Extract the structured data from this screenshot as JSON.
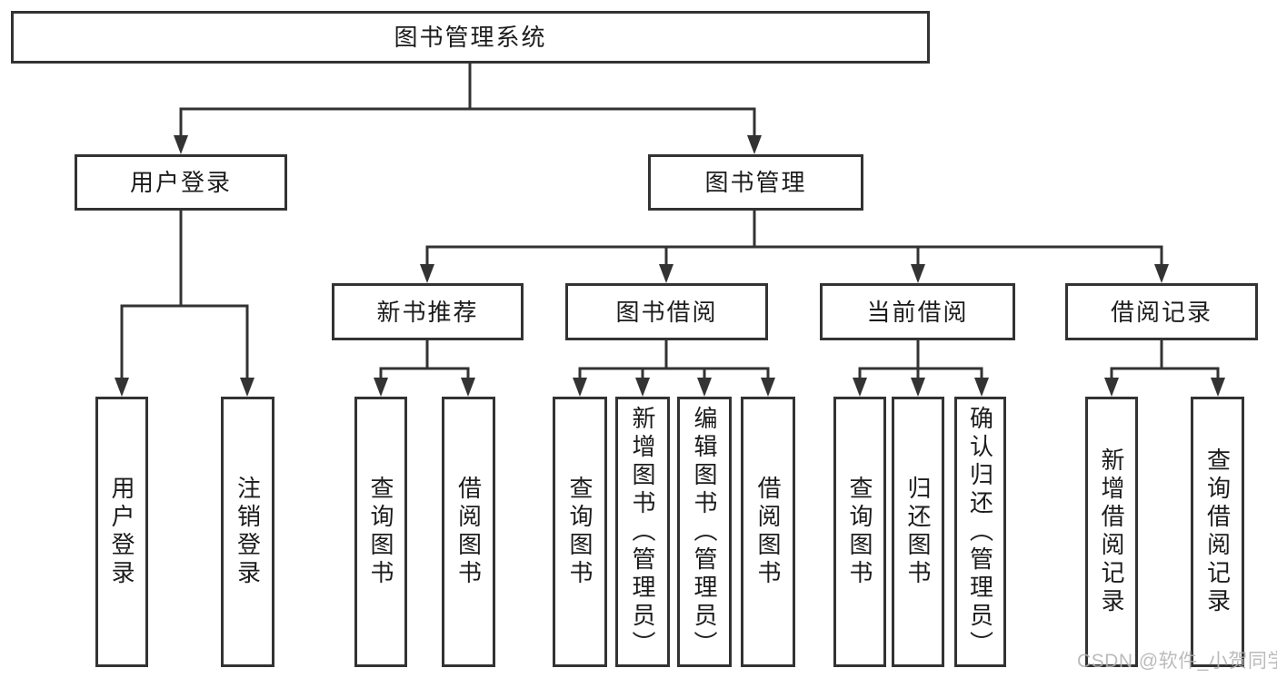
{
  "diagram": {
    "root": {
      "label": "图书管理系统"
    },
    "branches": [
      {
        "label": "用户登录",
        "children": [
          {
            "label": "用户登录"
          },
          {
            "label": "注销登录"
          }
        ]
      },
      {
        "label": "图书管理",
        "children": [
          {
            "label": "新书推荐",
            "children": [
              {
                "label": "查询图书"
              },
              {
                "label": "借阅图书"
              }
            ]
          },
          {
            "label": "图书借阅",
            "children": [
              {
                "label": "查询图书"
              },
              {
                "label": "新增图书（管理员）"
              },
              {
                "label": "编辑图书（管理员）"
              },
              {
                "label": "借阅图书"
              }
            ]
          },
          {
            "label": "当前借阅",
            "children": [
              {
                "label": "查询图书"
              },
              {
                "label": "归还图书"
              },
              {
                "label": "确认归还（管理员）"
              }
            ]
          },
          {
            "label": "借阅记录",
            "children": [
              {
                "label": "新增借阅记录"
              },
              {
                "label": "查询借阅记录"
              }
            ]
          }
        ]
      }
    ]
  },
  "watermark": {
    "text": "CSDN @软件_小贺同学"
  },
  "colors": {
    "line": "#333333",
    "text": "#1c1c1c",
    "watermark": "#b2b2b2",
    "background": "#ffffff"
  }
}
